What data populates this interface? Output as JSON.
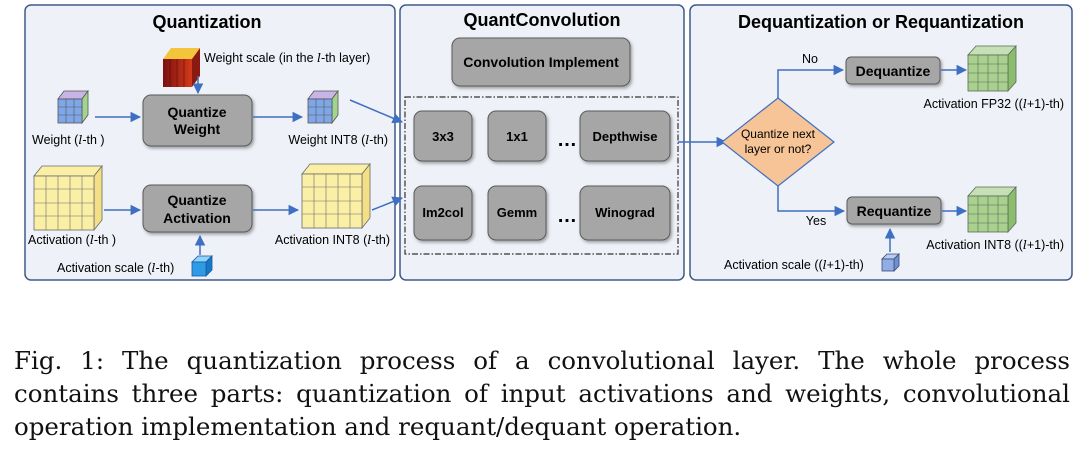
{
  "panels": {
    "quantization": {
      "title": "Quantization"
    },
    "conv": {
      "title": "QuantConvolution"
    },
    "dequant": {
      "title": "Dequantization or Requantization"
    }
  },
  "quantization": {
    "weight_scale_pre": "Weight scale (in the ",
    "weight_scale_post": "-th layer)",
    "quantize_weight_line1": "Quantize",
    "quantize_weight_line2": "Weight",
    "weight_in_pre": "Weight (",
    "weight_in_post": "-th )",
    "weight_int8_pre": "Weight INT8 (",
    "weight_int8_post": "-th)",
    "quantize_activation_line1": "Quantize",
    "quantize_activation_line2": "Activation",
    "activation_in_pre": "Activation (",
    "activation_in_post": "-th )",
    "activation_int8_pre": "Activation INT8 (",
    "activation_int8_post": "-th)",
    "activation_scale_pre": "Activation scale (",
    "activation_scale_post": "-th)",
    "layer_symbol": "l"
  },
  "conv": {
    "implement": "Convolution Implement",
    "ops_row1": [
      "3x3",
      "1x1",
      "Depthwise"
    ],
    "ops_row2": [
      "Im2col",
      "Gemm",
      "Winograd"
    ],
    "ellipsis": "…"
  },
  "dequant": {
    "decision_line1": "Quantize next",
    "decision_line2": "layer or not?",
    "no_label": "No",
    "yes_label": "Yes",
    "dequantize": "Dequantize",
    "requantize": "Requantize",
    "fp32_pre": "Activation FP32 ((",
    "fp32_post": "+1)-th)",
    "int8_pre": "Activation INT8 ((",
    "int8_post": "+1)-th)",
    "scale_pre": "Activation scale ((",
    "scale_post": "+1)-th)",
    "layer_symbol": "l"
  },
  "caption": {
    "label": "Fig. 1:",
    "text": "The quantization process of a convolutional layer. The whole process contains three parts: quantization of input activations and weights, convolutional operation implementation and requant/dequant operation."
  },
  "colors": {
    "panel_fill": "#EEF1F7",
    "panel_stroke": "#3E5A88",
    "box_fill": "#A6A6A6",
    "box_stroke": "#5A5A5A",
    "arrow": "#3F6FC2",
    "diamond_fill": "#F6C496",
    "diamond_stroke": "#3F6FC2",
    "cube_yellow": "#FBEFA6",
    "cube_green": "#A9D08E",
    "cube_blue": "#2E9BE6"
  }
}
